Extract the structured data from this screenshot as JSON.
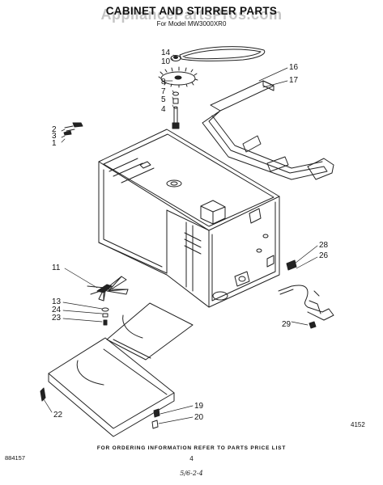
{
  "header": {
    "title": "CABINET AND STIRRER PARTS",
    "watermark": "AppliancePartsPros.com",
    "model_line": "For Model MW3000XR0"
  },
  "callouts": [
    "14",
    "10",
    "8",
    "7",
    "5",
    "4",
    "2",
    "3",
    "1",
    "16",
    "17",
    "11",
    "13",
    "24",
    "23",
    "22",
    "19",
    "20",
    "28",
    "26",
    "29"
  ],
  "footer": {
    "ordering_note": "FOR ORDERING INFORMATION REFER TO PARTS PRICE LIST",
    "doc_number": "884157",
    "page_number": "4",
    "figure_number": "4152",
    "handwritten_note": "5/6-2-4"
  }
}
